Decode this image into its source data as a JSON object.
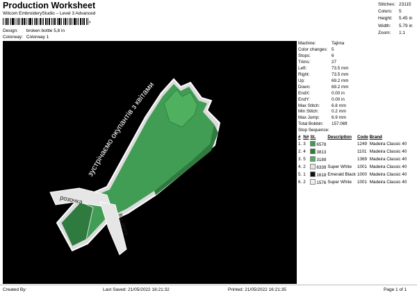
{
  "header": {
    "title": "Production Worksheet",
    "subtitle": "Wilcom EmbroideryStudio – Level 3 Advanced",
    "barcode_suffix": ","
  },
  "design": {
    "label": "Design:",
    "value": "broken bottle 5,8 in"
  },
  "colorway": {
    "label": "Colorway:",
    "value": "Colorway 1"
  },
  "stats": [
    {
      "key": "Stitches:",
      "value": "23115"
    },
    {
      "key": "Colors:",
      "value": "5"
    },
    {
      "key": "Height:",
      "value": "5.45 in"
    },
    {
      "key": "Width:",
      "value": "5.79 in"
    },
    {
      "key": "Zoom:",
      "value": "1:1"
    }
  ],
  "machine_info": [
    {
      "key": "Machine:",
      "value": "Tajima"
    },
    {
      "key": "Color changes:",
      "value": "5"
    },
    {
      "key": "Stops:",
      "value": "6"
    },
    {
      "key": "Trims:",
      "value": "27"
    },
    {
      "key": "Left:",
      "value": "73.5 mm"
    },
    {
      "key": "Right:",
      "value": "73.5 mm"
    },
    {
      "key": "Up:",
      "value": "69.2 mm"
    },
    {
      "key": "Down:",
      "value": "69.2 mm"
    },
    {
      "key": "EndX:",
      "value": "0.00 in"
    },
    {
      "key": "EndY:",
      "value": "0.00 in"
    },
    {
      "key": "Max Stitch:",
      "value": "6.8 mm"
    },
    {
      "key": "Min Stitch:",
      "value": "0.2 mm"
    },
    {
      "key": "Max Jump:",
      "value": "6.9 mm"
    },
    {
      "key": "Total Bobbin:",
      "value": "157.06ft"
    }
  ],
  "stop_sequence": {
    "title": "Stop Sequence:",
    "headers": {
      "num": "#",
      "n": "N#",
      "st": "St.",
      "desc": "Description",
      "code": "Code",
      "brand": "Brand"
    },
    "rows": [
      {
        "num": "1.",
        "n": "3",
        "color": "#3f9a52",
        "st": "6578",
        "desc": "",
        "code": "1249",
        "brand": "Madeira Classic 40"
      },
      {
        "num": "2.",
        "n": "4",
        "color": "#2f7a3f",
        "st": "3813",
        "desc": "",
        "code": "1101",
        "brand": "Madeira Classic 40"
      },
      {
        "num": "3.",
        "n": "5",
        "color": "#4fb060",
        "st": "3189",
        "desc": "",
        "code": "1369",
        "brand": "Madeira Classic 40"
      },
      {
        "num": "4.",
        "n": "2",
        "color": "#e6e6e6",
        "st": "6339",
        "desc": "Super White",
        "code": "1001",
        "brand": "Madeira Classic 40"
      },
      {
        "num": "5.",
        "n": "1",
        "color": "#111111",
        "st": "1618",
        "desc": "Emerald Black",
        "code": "1000",
        "brand": "Madeira Classic 40"
      },
      {
        "num": "6.",
        "n": "2",
        "color": "#f0f0f0",
        "st": "1576",
        "desc": "Super White",
        "code": "1001",
        "brand": "Madeira Classic 40"
      }
    ]
  },
  "artwork": {
    "arc_text": "зустрічаємо окупантів з квітами",
    "ribbon_text_1": "розочка",
    "ribbon_text_2": "Від друга",
    "colors": {
      "bottle_main": "#3f9a52",
      "bottle_dark": "#2f7a3f",
      "bottle_light": "#4fb060",
      "outline": "#e6e6e6",
      "background": "#000000"
    }
  },
  "footer": {
    "created_by": "Created By:",
    "last_saved": "Last Saved: 21/05/2022 16:21:32",
    "printed": "Printed: 21/05/2022 16:21:35",
    "page": "Page 1 of 1"
  }
}
